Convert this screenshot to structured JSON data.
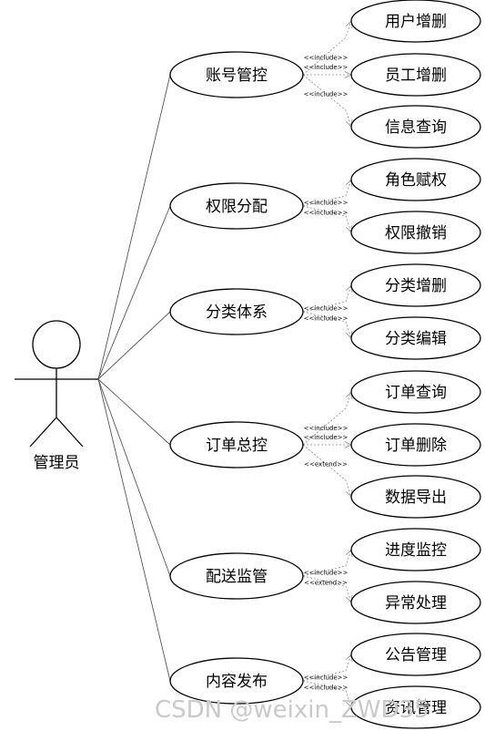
{
  "actor": {
    "label": "管理员"
  },
  "modules": [
    {
      "label": "账号管控",
      "children": [
        {
          "label": "用户增删",
          "relation": "<<include>>"
        },
        {
          "label": "员工增删",
          "relation": "<<include>>"
        },
        {
          "label": "信息查询",
          "relation": "<<include>>"
        }
      ]
    },
    {
      "label": "权限分配",
      "children": [
        {
          "label": "角色赋权",
          "relation": "<<include>>"
        },
        {
          "label": "权限撤销",
          "relation": "<<include>>"
        }
      ]
    },
    {
      "label": "分类体系",
      "children": [
        {
          "label": "分类增删",
          "relation": "<<include>>"
        },
        {
          "label": "分类编辑",
          "relation": "<<include>>"
        }
      ]
    },
    {
      "label": "订单总控",
      "children": [
        {
          "label": "订单查询",
          "relation": "<<include>>"
        },
        {
          "label": "订单删除",
          "relation": "<<include>>"
        },
        {
          "label": "数据导出",
          "relation": "<<extend>>"
        }
      ]
    },
    {
      "label": "配送监管",
      "children": [
        {
          "label": "进度监控",
          "relation": "<<include>>"
        },
        {
          "label": "异常处理",
          "relation": "<<extend>>"
        }
      ]
    },
    {
      "label": "内容发布",
      "children": [
        {
          "label": "公告管理",
          "relation": "<<include>>"
        },
        {
          "label": "资讯管理",
          "relation": "<<include>>"
        }
      ]
    }
  ],
  "watermark": "CSDN @weixin_ZWD35"
}
